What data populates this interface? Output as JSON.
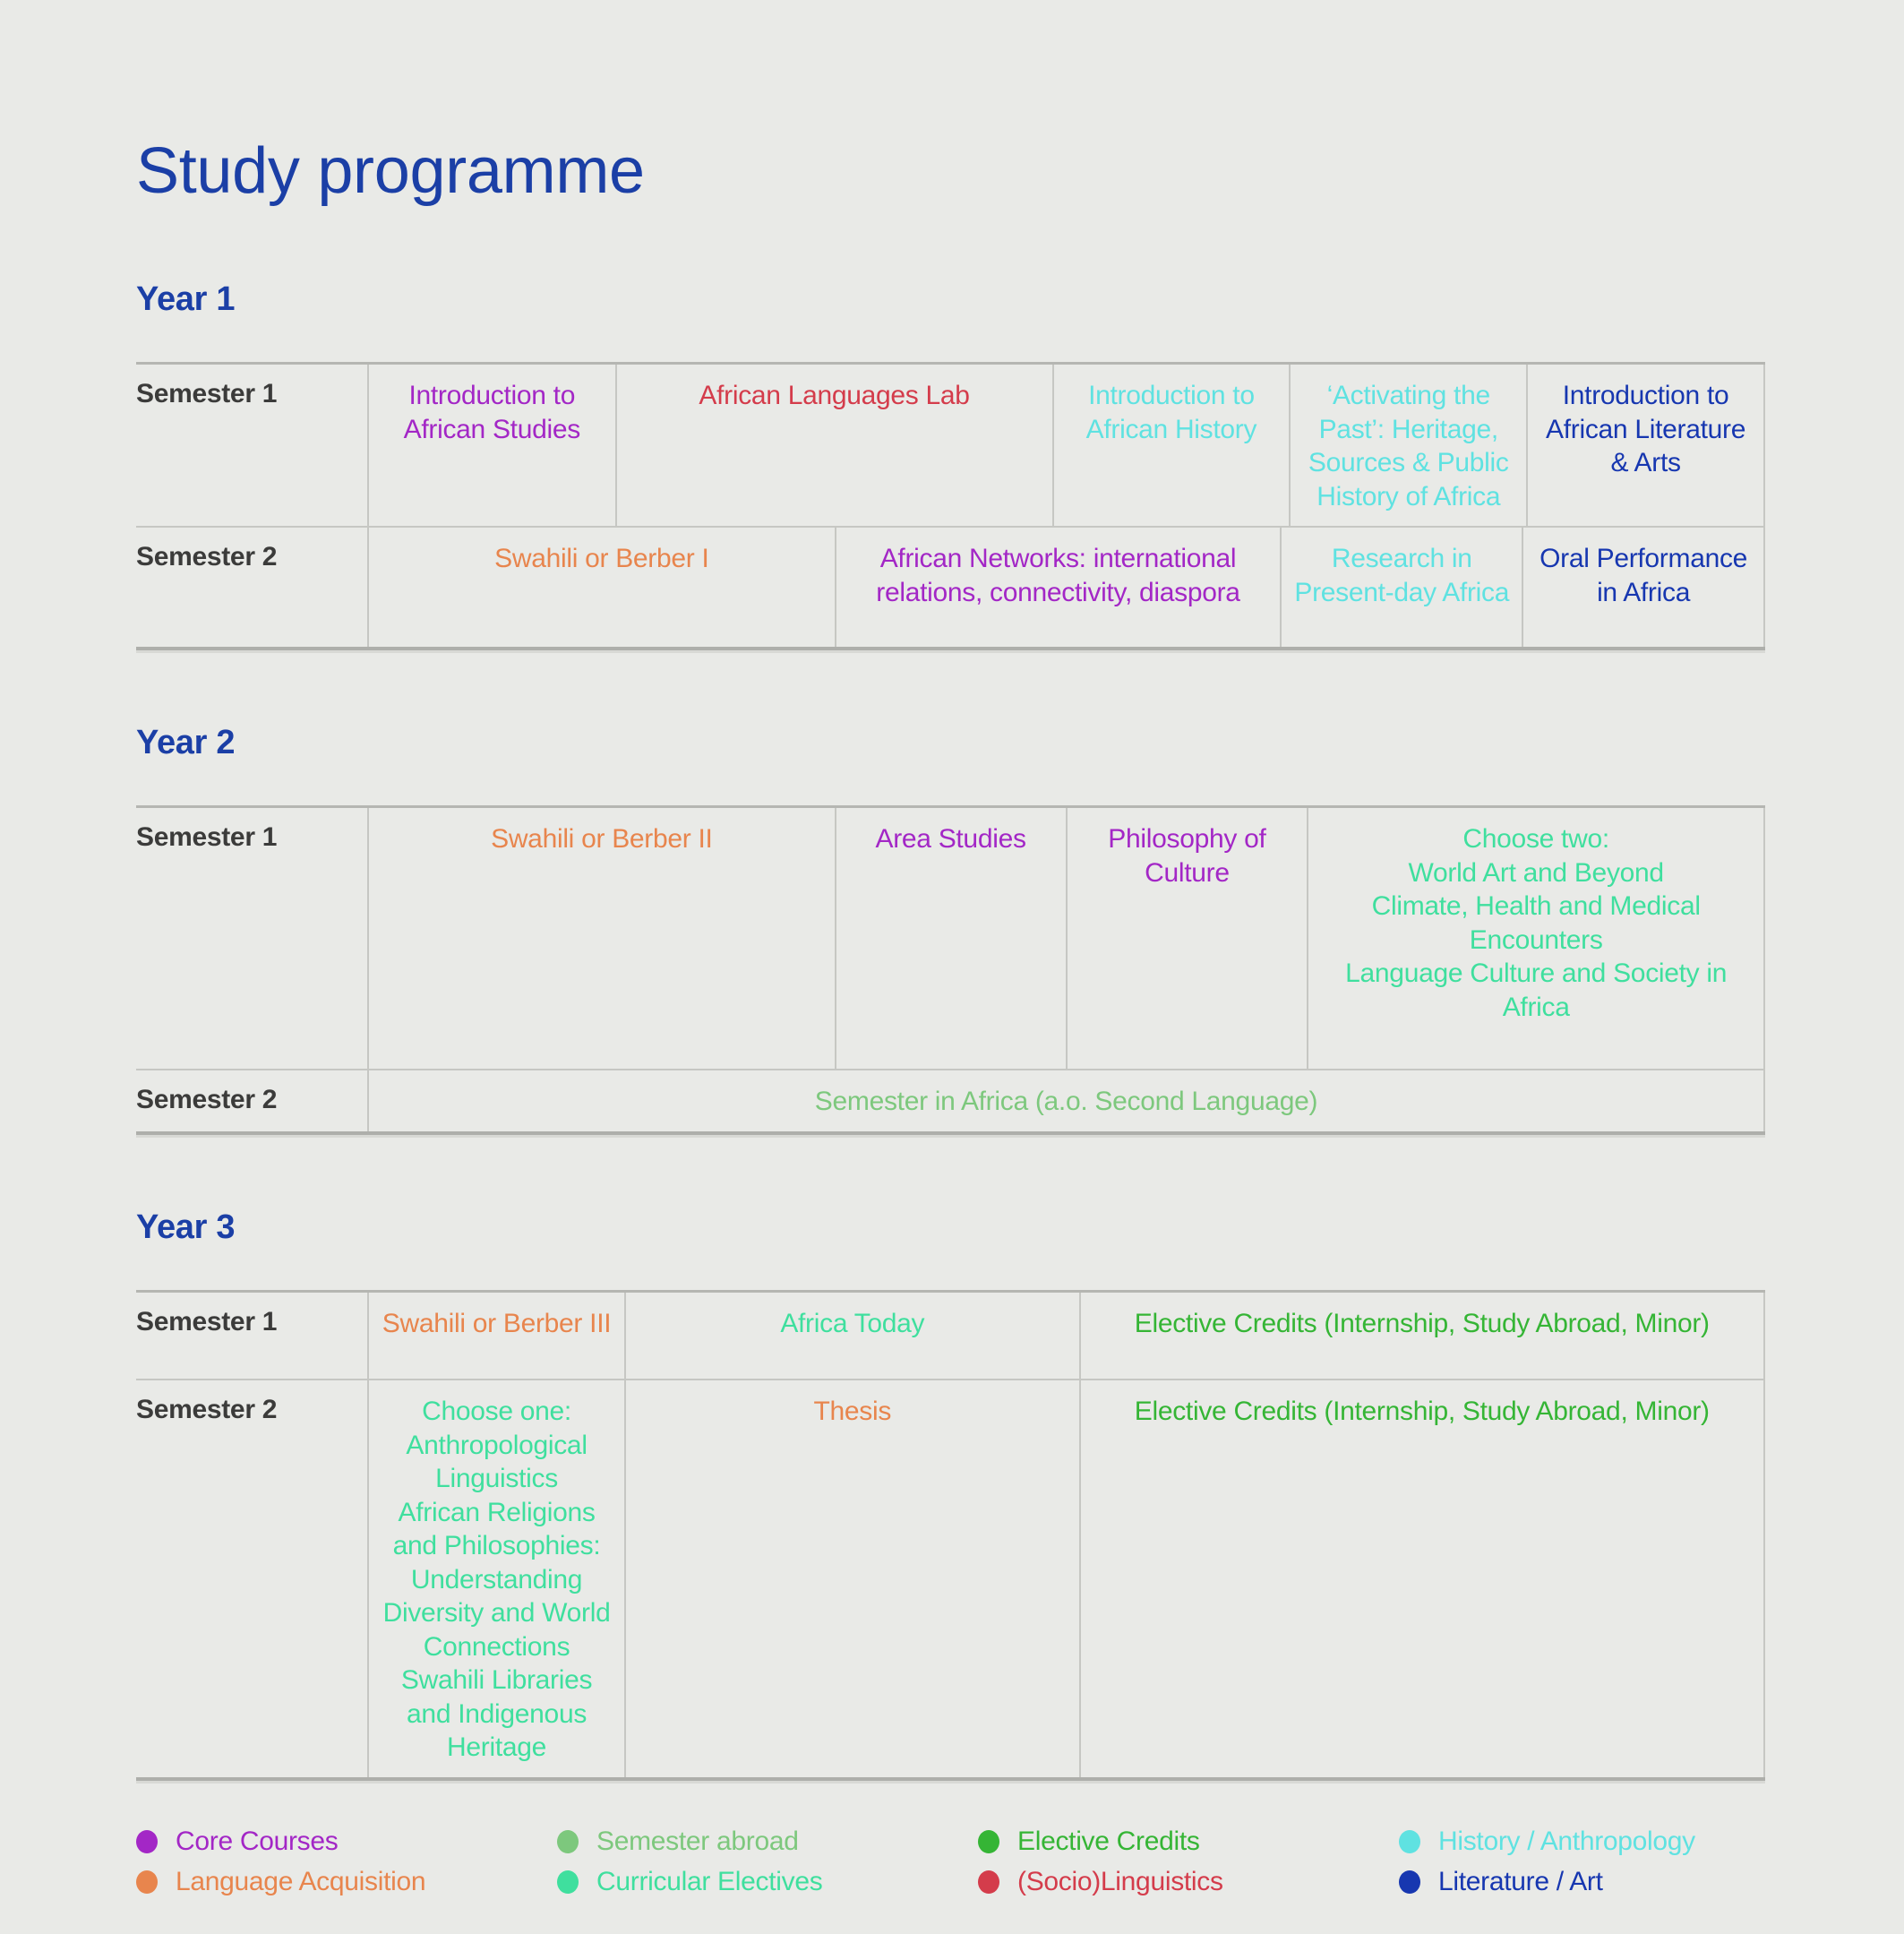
{
  "page": {
    "title": "Study programme",
    "background": "#e9eae7"
  },
  "colors": {
    "core": "#a327c6",
    "language": "#e8854d",
    "abroad": "#7dc87d",
    "curricular": "#3fdf9e",
    "elective": "#35b535",
    "socio": "#d43c4b",
    "history": "#5fe2e1",
    "literature": "#1737b0",
    "heading_blue": "#1b3fa6",
    "label_gray": "#3b3b3a"
  },
  "years": [
    {
      "label": "Year 1",
      "rows": [
        {
          "label": "Semester 1",
          "cells": [
            {
              "text": "Introduction to African Studies",
              "category": "core",
              "span": 1.05
            },
            {
              "text": "African Languages Lab",
              "category": "socio",
              "span": 1.95
            },
            {
              "text": "Introduction to African History",
              "category": "history",
              "span": 1
            },
            {
              "text": "‘Activating the Past’: Heritage, Sources & Public History of Africa",
              "category": "history",
              "span": 1
            },
            {
              "text": "Introduction to African Literature & Arts",
              "category": "literature",
              "span": 1
            }
          ]
        },
        {
          "label": "Semester 2",
          "cells": [
            {
              "text": "Swahili or Berber I",
              "category": "language",
              "span": 2.05
            },
            {
              "text": "African Networks: international relations, connectivity, diaspora",
              "category": "core",
              "span": 1.95
            },
            {
              "text": "Research in Present-day Africa",
              "category": "history",
              "span": 1
            },
            {
              "text": "Oral Performance in Africa",
              "category": "literature",
              "span": 1
            }
          ]
        }
      ]
    },
    {
      "label": "Year 2",
      "rows": [
        {
          "label": "Semester 1",
          "cells": [
            {
              "text": "Swahili or Berber II",
              "category": "language",
              "span": 2.05
            },
            {
              "text": "Area Studies",
              "category": "core",
              "span": 0.95
            },
            {
              "text": "Philosophy of Culture",
              "category": "core",
              "span": 1
            },
            {
              "text": "Choose two:\nWorld Art and Beyond\nClimate, Health and Medical Encounters\nLanguage Culture and Society in Africa",
              "category": "curricular",
              "span": 2
            }
          ]
        },
        {
          "label": "Semester 2",
          "cells": [
            {
              "text": "Semester in Africa (a.o. Second Language)",
              "category": "abroad",
              "span": 6
            }
          ]
        }
      ]
    },
    {
      "label": "Year 3",
      "rows": [
        {
          "label": "Semester 1",
          "cells": [
            {
              "text": "Swahili or Berber III",
              "category": "language",
              "span": 1.05
            },
            {
              "text": "Africa Today",
              "category": "curricular",
              "span": 1.95
            },
            {
              "text": "Elective Credits (Internship, Study Abroad, Minor)",
              "category": "elective",
              "span": 3
            }
          ]
        },
        {
          "label": "Semester 2",
          "cells": [
            {
              "text": "Choose one:\nAnthropological Linguistics\nAfrican Religions and Philosophies: Understanding Diversity and World Connections\nSwahili Libraries and Indigenous Heritage",
              "category": "curricular",
              "span": 1.05
            },
            {
              "text": "Thesis",
              "category": "language",
              "span": 1.95
            },
            {
              "text": "Elective Credits (Internship, Study Abroad, Minor)",
              "category": "elective",
              "span": 3
            }
          ]
        }
      ]
    }
  ],
  "legend": {
    "columns": [
      [
        {
          "label": "Core Courses",
          "category": "core"
        },
        {
          "label": "Language Acquisition",
          "category": "language"
        }
      ],
      [
        {
          "label": "Semester abroad",
          "category": "abroad"
        },
        {
          "label": "Curricular Electives",
          "category": "curricular"
        }
      ],
      [
        {
          "label": "Elective Credits",
          "category": "elective"
        },
        {
          "label": "(Socio)Linguistics",
          "category": "socio"
        }
      ],
      [
        {
          "label": "History / Anthropology",
          "category": "history"
        },
        {
          "label": "Literature / Art",
          "category": "literature"
        }
      ]
    ]
  }
}
